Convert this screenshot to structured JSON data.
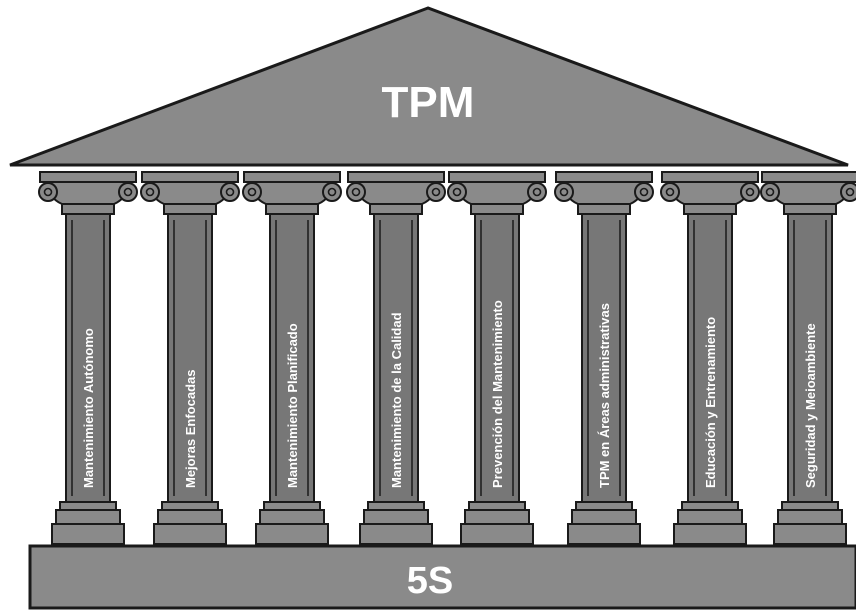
{
  "roof": {
    "label": "TPM"
  },
  "base": {
    "label": "5S"
  },
  "pillars": [
    {
      "label": "Mantenimiento Autónomo"
    },
    {
      "label": "Mejoras Enfocadas"
    },
    {
      "label": "Mantenimiento Planificado"
    },
    {
      "label": "Mantenimiento de la Calidad"
    },
    {
      "label": "Prevención del Mantenimiento"
    },
    {
      "label": "TPM en Áreas administrativas"
    },
    {
      "label": "Educación y Entrenamiento"
    },
    {
      "label": "Seguridad y Meioambiente"
    }
  ],
  "colors": {
    "fill": "#8a8a8a",
    "shaft": "#777777",
    "stroke": "#1a1a1a",
    "text": "#ffffff"
  }
}
